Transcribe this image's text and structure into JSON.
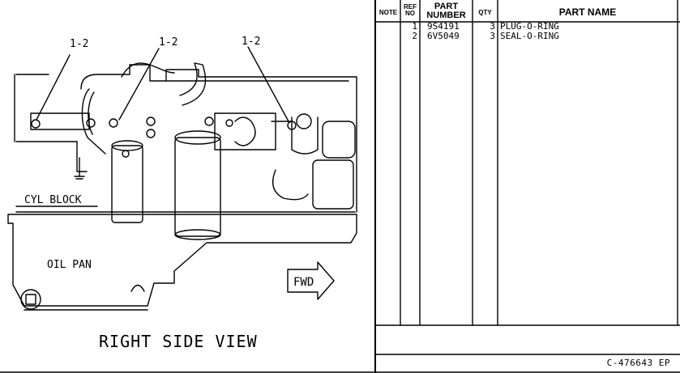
{
  "drawing": {
    "callouts": [
      "1-2",
      "1-2",
      "1-2"
    ],
    "labels": {
      "cyl_block": "CYL BLOCK",
      "oil_pan": "OIL PAN",
      "fwd": "FWD",
      "view": "RIGHT SIDE VIEW"
    }
  },
  "table": {
    "headers": {
      "note": "NOTE",
      "ref_line1": "REF",
      "ref_line2": "NO",
      "part_line1": "PART",
      "part_line2": "NUMBER",
      "qty": "QTY",
      "name": "PART NAME"
    },
    "rows": [
      {
        "ref": "1",
        "part_number": "9S4191",
        "qty": "3",
        "name": "PLUG-O-RING"
      },
      {
        "ref": "2",
        "part_number": "6V5049",
        "qty": "3",
        "name": "SEAL-O-RING"
      }
    ]
  },
  "footer": {
    "code": "C-476643 EP"
  }
}
